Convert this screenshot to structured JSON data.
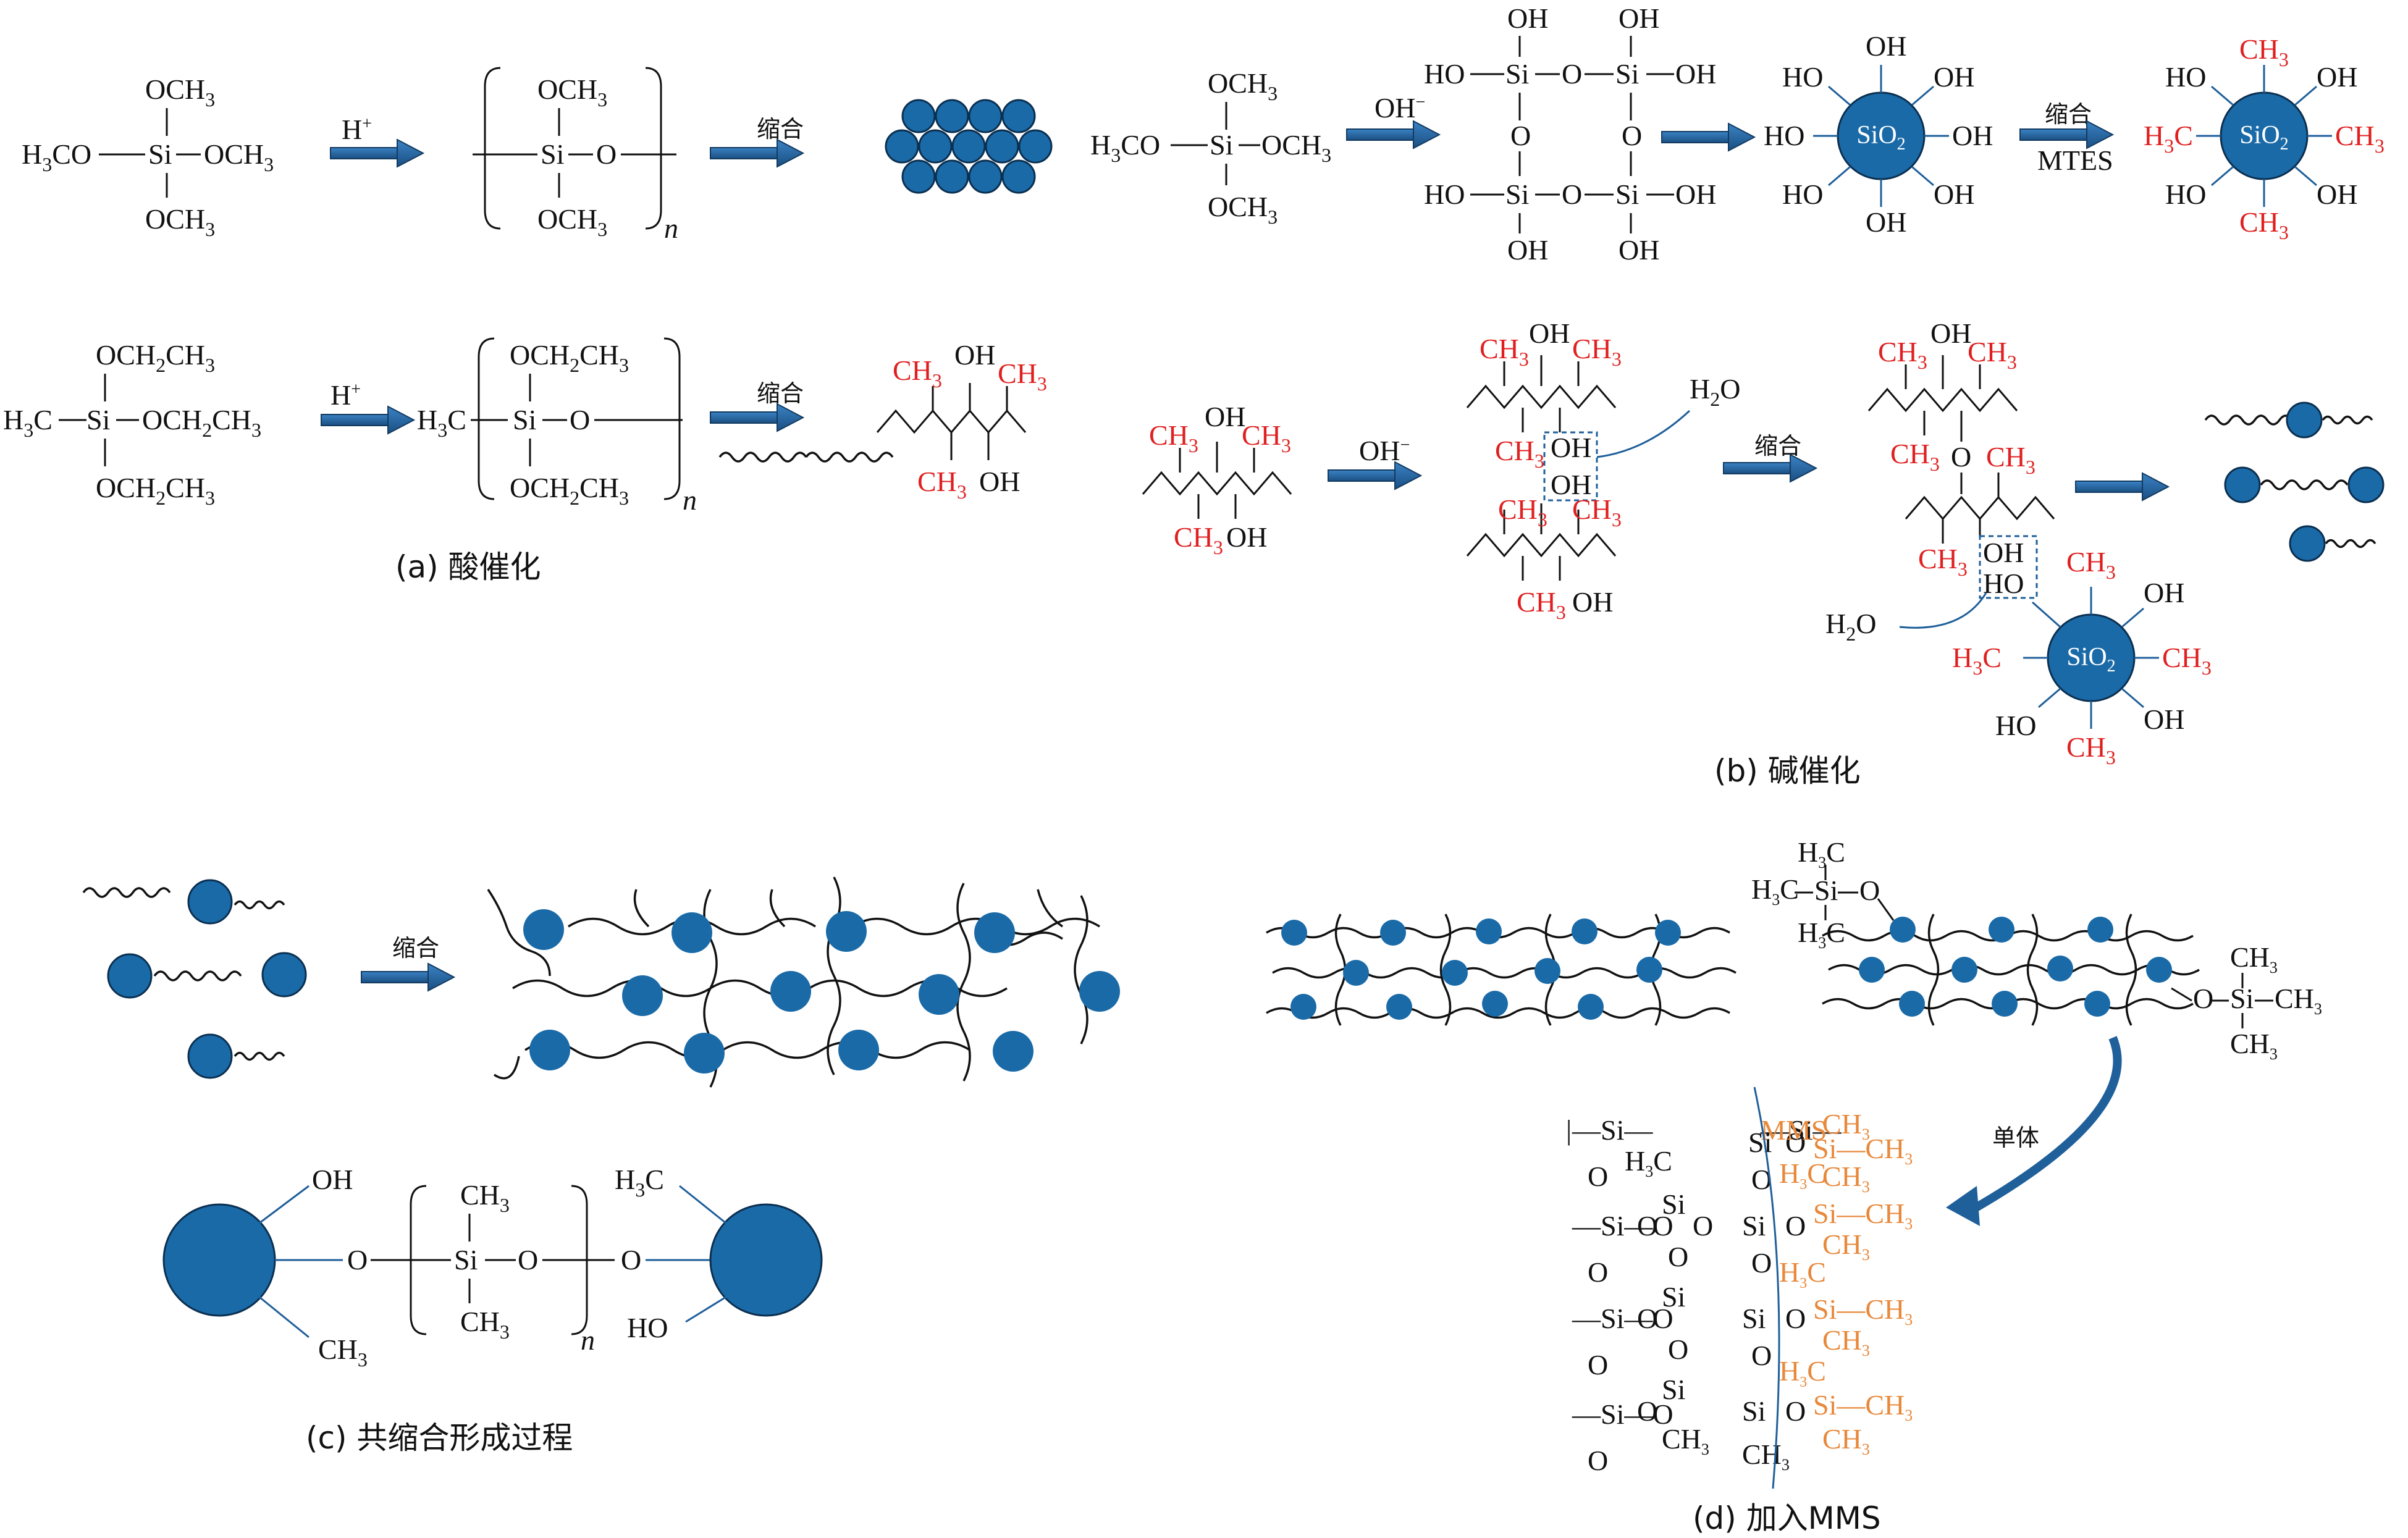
{
  "labels": {
    "och3": "OCH",
    "h3co": "H",
    "si": "Si",
    "o": "O",
    "oh": "OH",
    "ho": "HO",
    "ch3": "CH",
    "h3c": "H",
    "och2ch3": "OCH",
    "h2o": "H",
    "sio2": "SiO",
    "n": "n",
    "h_plus": "H",
    "oh_minus": "OH",
    "mtes": "MTES",
    "mms": "MMS"
  },
  "reactions": {
    "condensation": "缩合",
    "monomer": "单体"
  },
  "captions": {
    "a": "(a) 酸催化",
    "b": "(b) 碱催化",
    "c": "(c) 共缩合形成过程",
    "d": "(d) 加入MMS"
  },
  "colors": {
    "particle": "#1a6aa8",
    "arrow": "#1f5f9a",
    "methyl_red": "#e02020",
    "mms_orange": "#e8883a"
  }
}
